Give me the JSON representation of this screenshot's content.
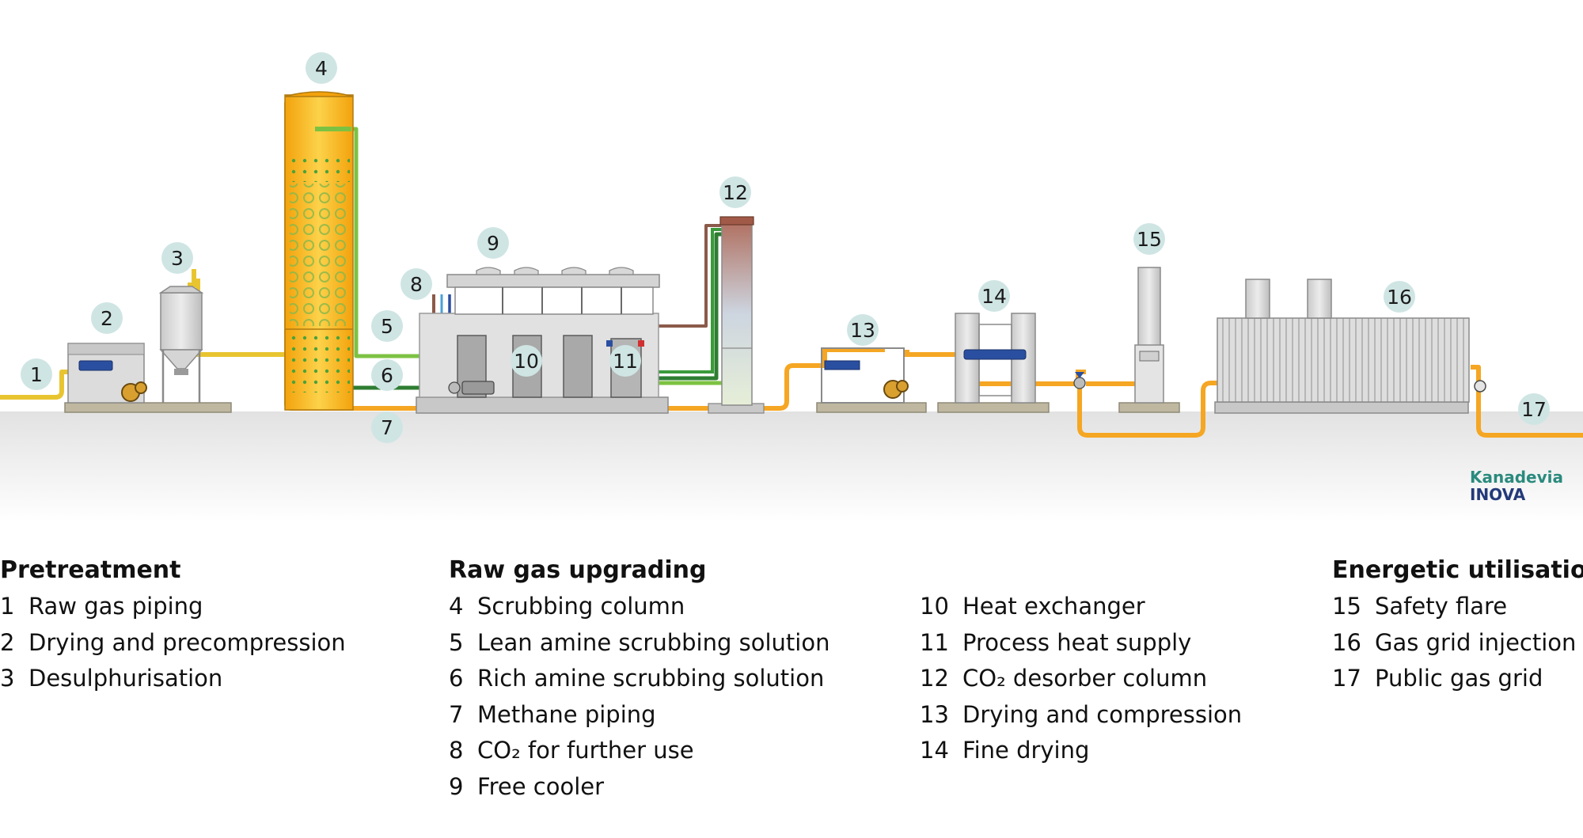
{
  "badges": [
    "1",
    "2",
    "3",
    "4",
    "5",
    "6",
    "7",
    "8",
    "9",
    "10",
    "11",
    "12",
    "13",
    "14",
    "15",
    "16",
    "17"
  ],
  "legend": {
    "pretreatment": {
      "title": "Pretreatment",
      "items": [
        {
          "num": "1",
          "label": "Raw gas piping"
        },
        {
          "num": "2",
          "label": "Drying and precompression"
        },
        {
          "num": "3",
          "label": "Desulphurisation"
        }
      ]
    },
    "upgrading": {
      "title": "Raw gas upgrading",
      "items": [
        {
          "num": "4",
          "label": "Scrubbing column"
        },
        {
          "num": "5",
          "label": "Lean amine scrubbing solution"
        },
        {
          "num": "6",
          "label": "Rich amine scrubbing solution"
        },
        {
          "num": "7",
          "label": "Methane piping"
        },
        {
          "num": "8",
          "label": "CO₂ for further use"
        },
        {
          "num": "9",
          "label": "Free cooler"
        }
      ]
    },
    "upgrading_cont": {
      "items": [
        {
          "num": "10",
          "label": "Heat exchanger"
        },
        {
          "num": "11",
          "label": "Process heat supply"
        },
        {
          "num": "12",
          "label": "CO₂ desorber column"
        },
        {
          "num": "13",
          "label": "Drying and compression"
        },
        {
          "num": "14",
          "label": "Fine drying"
        }
      ]
    },
    "energetic": {
      "title": "Energetic utilisation",
      "items": [
        {
          "num": "15",
          "label": "Safety flare"
        },
        {
          "num": "16",
          "label": "Gas grid injection"
        },
        {
          "num": "17",
          "label": "Public gas grid"
        }
      ]
    }
  },
  "logo": {
    "line1": "Kanadevia",
    "line2": "INOVA"
  },
  "colors": {
    "methane_pipe": "#f5a623",
    "raw_gas_pipe": "#e8c530",
    "lean_amine": "#6ab023",
    "rich_amine": "#2e7d32",
    "co2_pipe": "#8b5a4a",
    "cold_water": "#2a4fa0",
    "badge_fill": "#cfe5e4",
    "column_fill": "#f6b81a"
  }
}
